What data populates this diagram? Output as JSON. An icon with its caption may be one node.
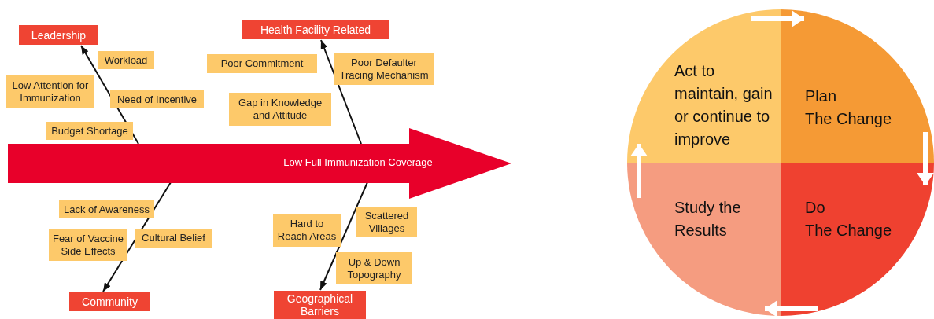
{
  "diagram": {
    "nodes": [
      {
        "text": [
          "Leadership"
        ]
      },
      {
        "text": [
          "Health Facility Related"
        ]
      },
      {
        "text": [
          "Workload"
        ]
      },
      {
        "text": [
          "Poor Commitment"
        ]
      },
      {
        "text": [
          "Poor Defaulter Tracing Mechanism"
        ]
      },
      {
        "text": [
          "Low Attention for Immunization"
        ]
      },
      {
        "text": [
          "Need of Incentive"
        ]
      },
      {
        "text": [
          "Gap in Knowledge and Attitude"
        ]
      },
      {
        "text": [
          "Budget Shortage"
        ]
      },
      {
        "text": [
          "Low Full Immunization Coverage"
        ]
      },
      {
        "text": [
          "Lack of Awareness"
        ]
      },
      {
        "text": [
          "Scattered Villages"
        ]
      },
      {
        "text": [
          "Hard to Reach Areas"
        ]
      },
      {
        "text": [
          "Fear of Vaccine Side Effects"
        ]
      },
      {
        "text": [
          "Cultural Belief"
        ]
      },
      {
        "text": [
          "Up & Down Topography"
        ]
      },
      {
        "text": [
          "Community"
        ]
      },
      {
        "text": [
          "Geographical Barriers"
        ]
      },
      {
        "text": [
          "Act to maintain, gain or continue to improve"
        ]
      },
      {
        "text": [
          "Plan",
          "The Change"
        ]
      },
      {
        "text": [
          "Study the Results"
        ]
      },
      {
        "text": [
          "Do",
          "The Change"
        ]
      }
    ],
    "edges": [
      {
        "from": 9,
        "to": 0,
        "arrow": "to"
      },
      {
        "from": 9,
        "to": 1,
        "arrow": "to"
      },
      {
        "from": 9,
        "to": 16,
        "arrow": "to"
      },
      {
        "from": 9,
        "to": 17,
        "arrow": "to"
      },
      {
        "from": 18,
        "to": 19,
        "arrow": "to",
        "style": "thick",
        "color": "#ffffff"
      },
      {
        "from": 19,
        "to": 21,
        "arrow": "to",
        "style": "thick",
        "color": "#ffffff"
      },
      {
        "from": 21,
        "to": 20,
        "arrow": "to",
        "style": "thick",
        "color": "#ffffff"
      },
      {
        "from": 20,
        "to": 18,
        "arrow": "to",
        "style": "thick",
        "color": "#ffffff"
      }
    ]
  }
}
